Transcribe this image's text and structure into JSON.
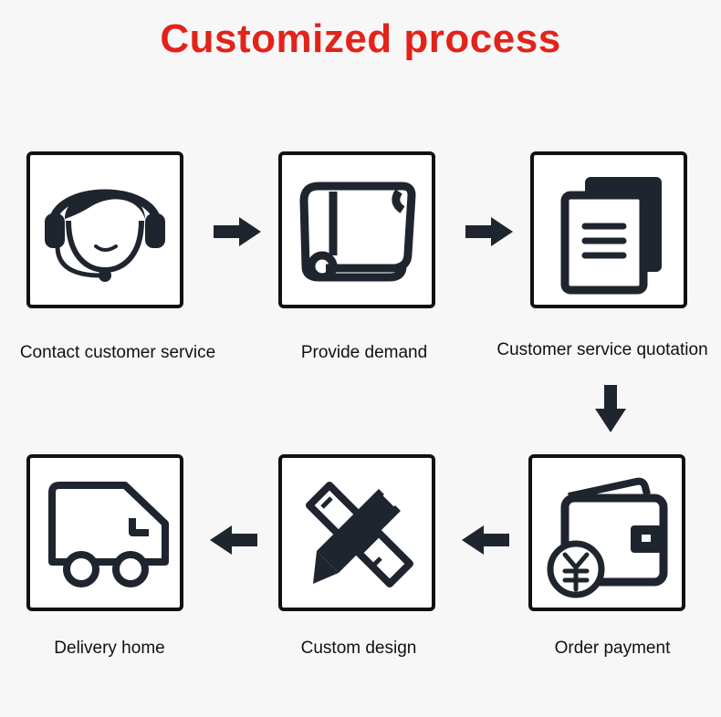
{
  "title": {
    "text": "Customized process",
    "color": "#e2231a"
  },
  "steps": [
    {
      "label": "Contact customer service",
      "icon": "headset-agent-icon"
    },
    {
      "label": "Provide demand",
      "icon": "scroll-icon"
    },
    {
      "label": "Customer service quotation",
      "icon": "documents-icon"
    },
    {
      "label": "Order payment",
      "icon": "wallet-yuan-icon"
    },
    {
      "label": "Custom design",
      "icon": "pencil-ruler-icon"
    },
    {
      "label": "Delivery home",
      "icon": "delivery-truck-icon"
    }
  ],
  "colors": {
    "icon": "#1e252e",
    "border": "#111111",
    "background": "#f7f7f7"
  }
}
